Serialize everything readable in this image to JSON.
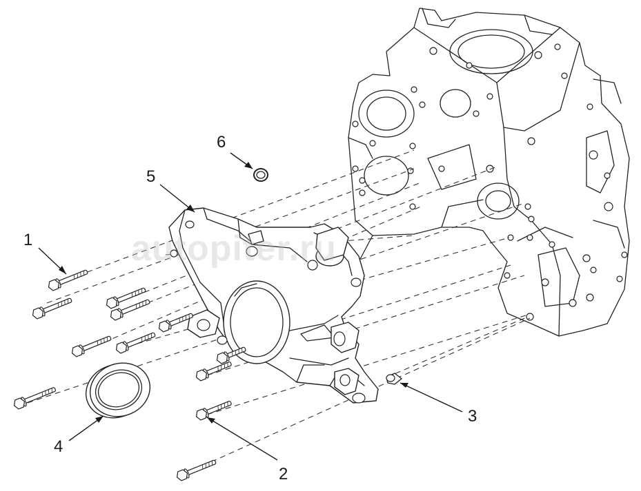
{
  "watermark": "autopiter.ru",
  "callouts": [
    {
      "id": "1",
      "label": "1"
    },
    {
      "id": "2",
      "label": "2"
    },
    {
      "id": "3",
      "label": "3"
    },
    {
      "id": "4",
      "label": "4"
    },
    {
      "id": "5",
      "label": "5"
    },
    {
      "id": "6",
      "label": "6"
    }
  ]
}
